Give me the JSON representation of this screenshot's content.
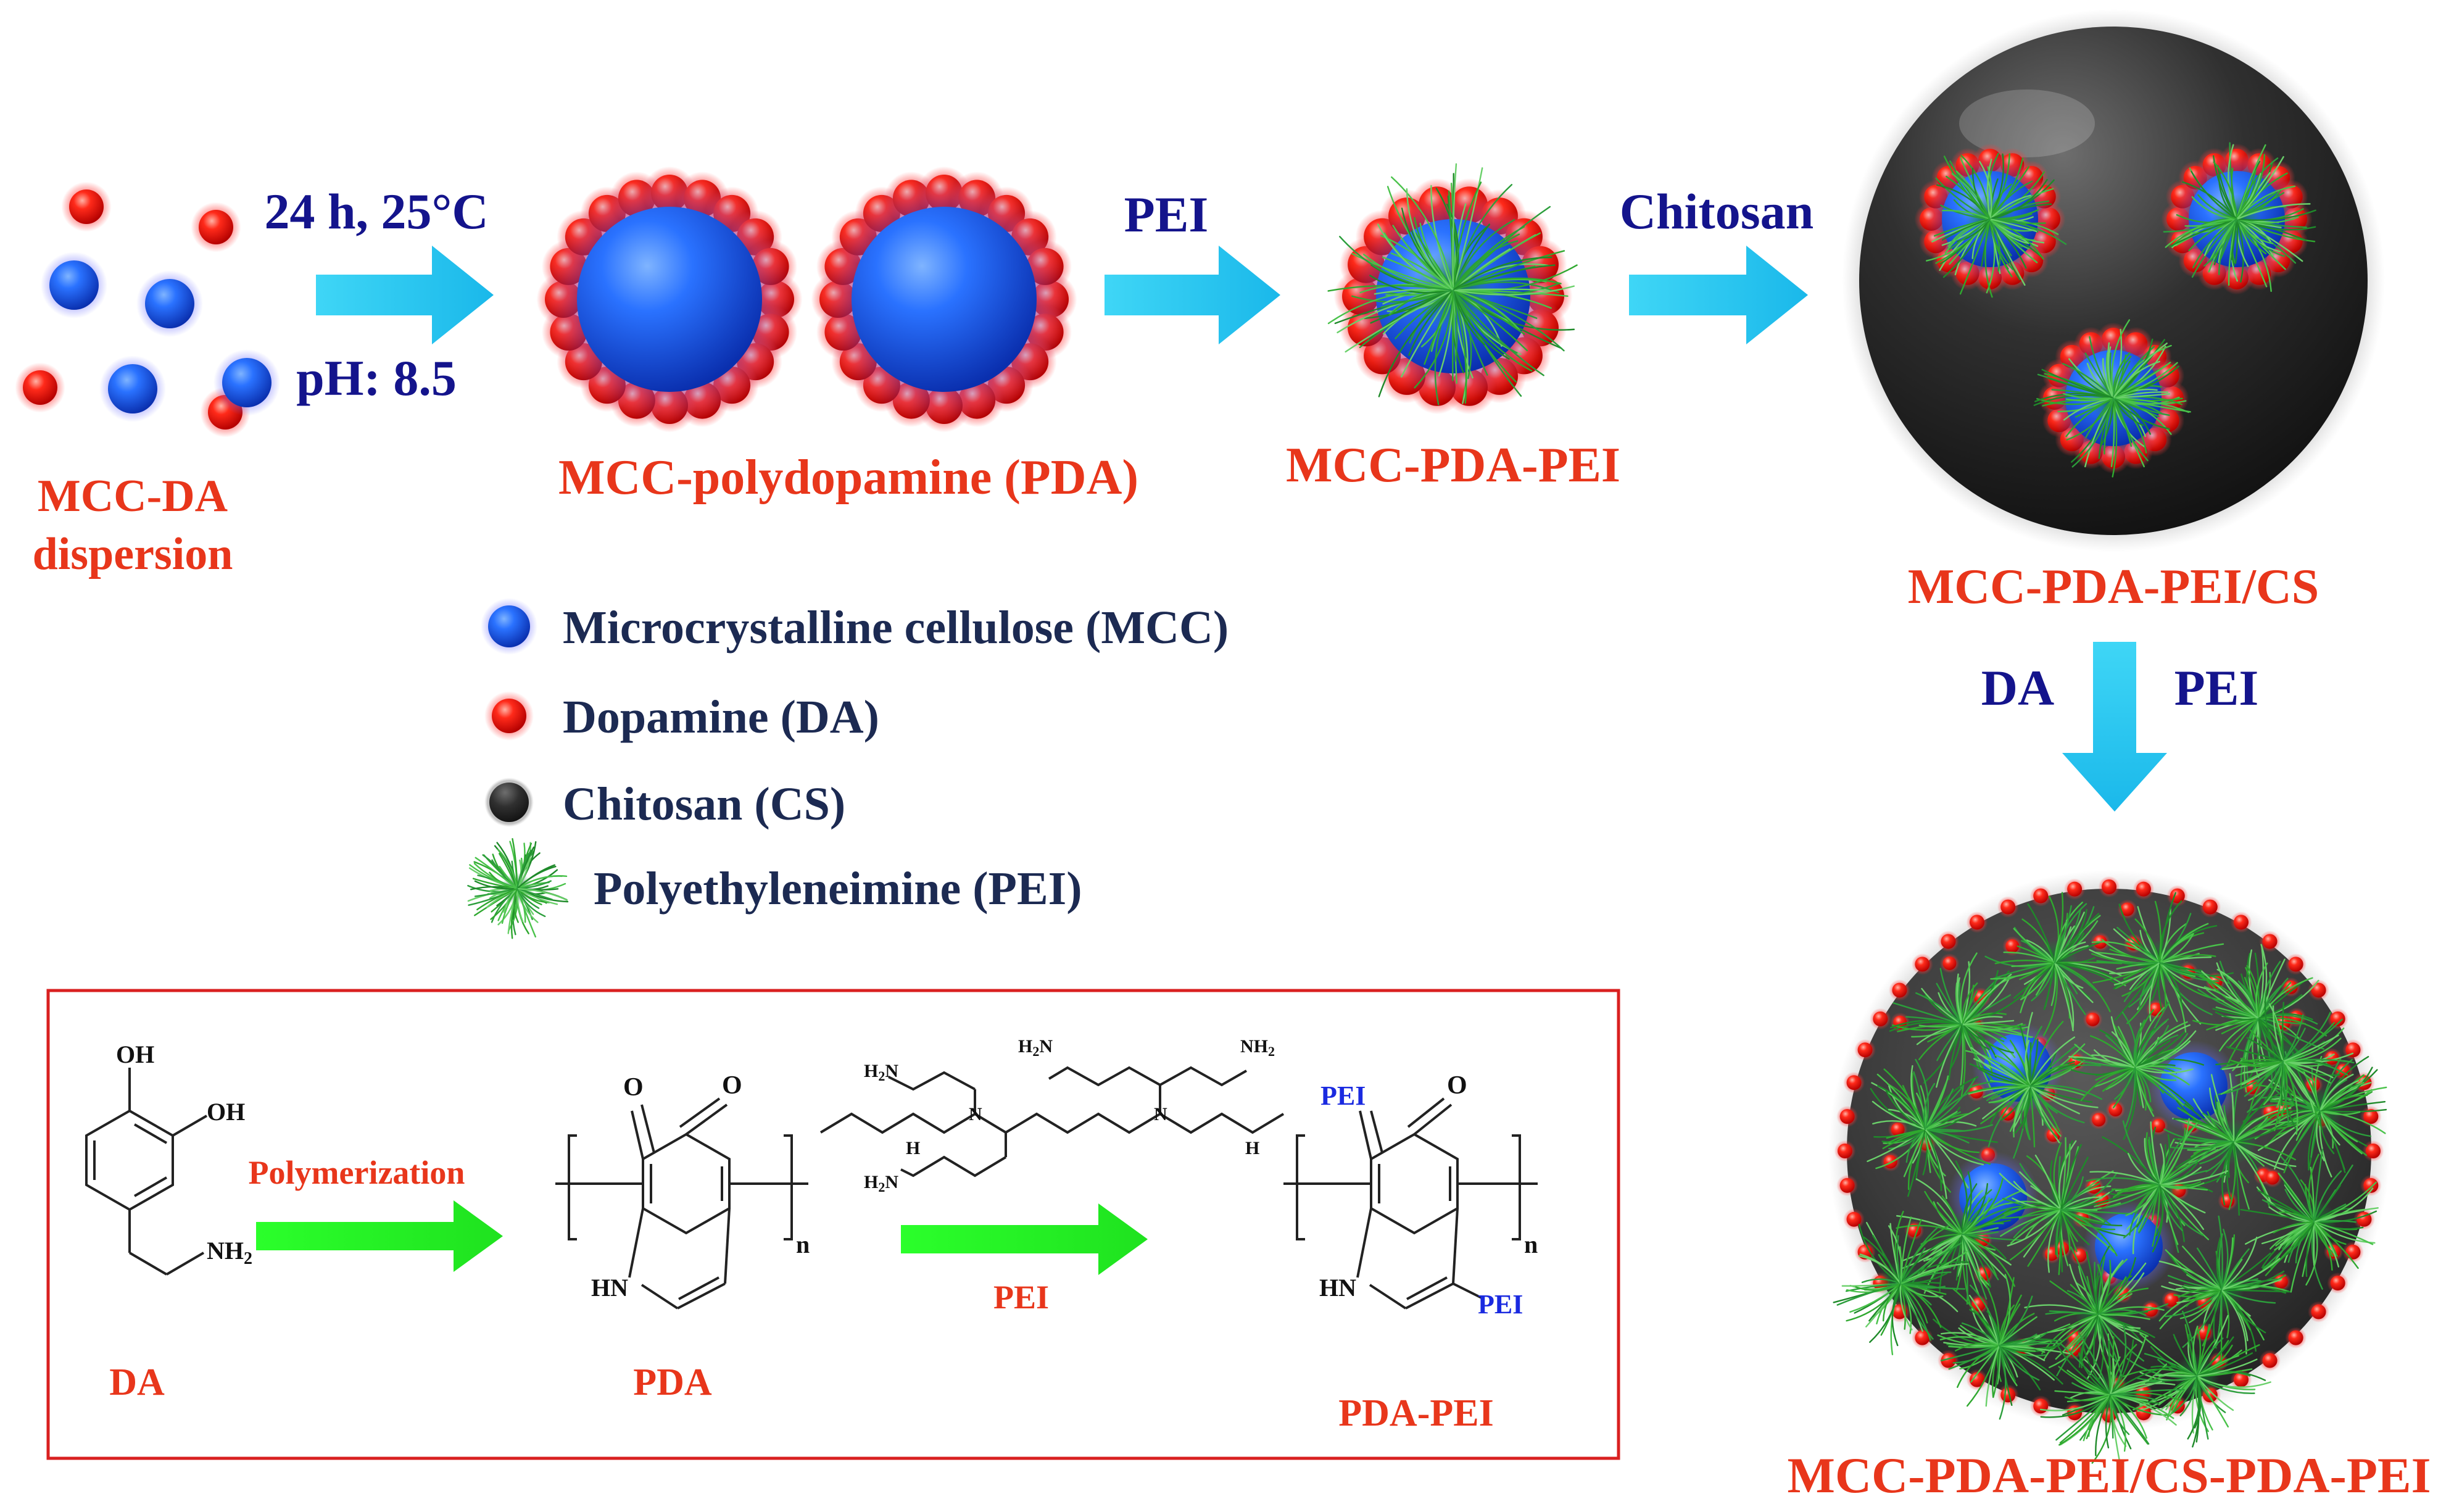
{
  "colors": {
    "cellulose_blue": "#1560ff",
    "dopamine_red": "#ff1a1a",
    "chitosan_dark": "#2a2a2a",
    "pei_green": "#2fa82f",
    "arrow_cyan": "#29c8f0",
    "arrow_green": "#2bff2b",
    "step_label_navy": "#14148c",
    "product_label_red": "#e8361b",
    "box_border": "#d92020"
  },
  "steps": {
    "step1_top": "24 h, 25°C",
    "step1_bottom": "pH: 8.5",
    "step2": "PEI",
    "step3": "Chitosan",
    "step4_left": "DA",
    "step4_right": "PEI"
  },
  "labels": {
    "mcc_da_line1": "MCC-DA",
    "mcc_da_line2": "dispersion",
    "mcc_pda": "MCC-polydopamine (PDA)",
    "mcc_pda_pei": "MCC-PDA-PEI",
    "mcc_pda_pei_cs": "MCC-PDA-PEI/CS",
    "final_product": "MCC-PDA-PEI/CS-PDA-PEI"
  },
  "legend": {
    "items": [
      {
        "icon": "blue-sphere-icon",
        "label": "Microcrystalline cellulose (MCC)"
      },
      {
        "icon": "red-sphere-icon",
        "label": "Dopamine (DA)"
      },
      {
        "icon": "black-sphere-icon",
        "label": "Chitosan (CS)"
      },
      {
        "icon": "pei-bristle-icon",
        "label": "Polyethyleneimine (PEI)"
      }
    ]
  },
  "reaction": {
    "polymerization_label": "Polymerization",
    "pei_arrow_label": "PEI",
    "da_name": "DA",
    "pda_name": "PDA",
    "pda_pei_name": "PDA-PEI",
    "oh": "OH",
    "nh2": "NH",
    "nh2_sub": "2",
    "o": "O",
    "hn": "HN",
    "h": "H",
    "n": "N",
    "h2n": "H",
    "h2n_sub": "2",
    "h2n_n": "N",
    "repeat_n": "n",
    "pei_sub": "PEI"
  }
}
